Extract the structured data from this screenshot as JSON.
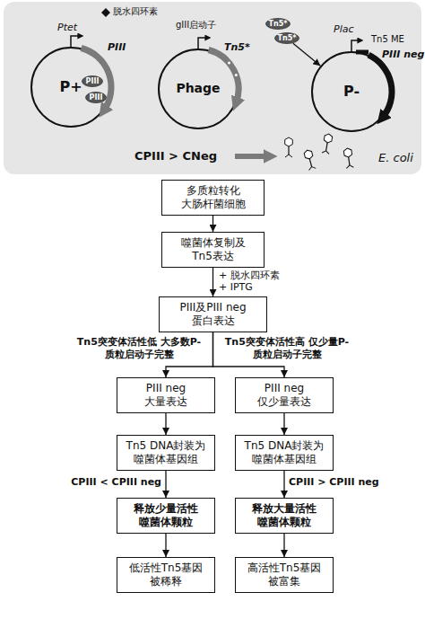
{
  "diagram": {
    "nodes": [
      {
        "text": [
          "E. coli"
        ]
      },
      {
        "text": [
          "P+"
        ],
        "in": 0
      },
      {
        "text": [
          "Phage"
        ],
        "in": 0
      },
      {
        "text": [
          "P-"
        ],
        "in": 0
      },
      {
        "text": [
          "PIII"
        ],
        "in": 0
      },
      {
        "text": [
          "PIII"
        ],
        "in": 0
      },
      {
        "text": [
          "Tn5*"
        ],
        "in": 0
      },
      {
        "text": [
          "Tn5*"
        ],
        "in": 0
      },
      {
        "text": [
          "多质粒转化 大肠杆菌细胞"
        ]
      },
      {
        "text": [
          "噬菌体复制及 Tn5表达"
        ]
      },
      {
        "text": [
          "PIII及PIII neg 蛋白表达"
        ]
      },
      {
        "text": [
          "PIII neg 大量表达"
        ]
      },
      {
        "text": [
          "PIII neg 仅少量表达"
        ]
      },
      {
        "text": [
          "Tn5 DNA封装为 噬菌体基因组"
        ]
      },
      {
        "text": [
          "Tn5 DNA封装为 噬菌体基因组"
        ]
      },
      {
        "text": [
          "释放少量活性 噬菌体颗粒"
        ]
      },
      {
        "text": [
          "释放大量活性 噬菌体颗粒"
        ]
      },
      {
        "text": [
          "低活性Tn5基因 被稀释"
        ]
      },
      {
        "text": [
          "高活性Tn5基因 被富集"
        ]
      }
    ],
    "edges": [
      {
        "from": 7,
        "to": 3,
        "arrow": "to"
      },
      {
        "from": 8,
        "to": 9,
        "arrow": "to"
      },
      {
        "from": 9,
        "to": 10,
        "arrow": "to"
      },
      {
        "from": 10,
        "to": 11,
        "label": "Tn5突变体活性低 大多数P-质粒启动子完整",
        "arrow": "to"
      },
      {
        "from": 10,
        "to": 12,
        "label": "Tn5突变体活性高 仅少量P-质粒启动子完整",
        "arrow": "to"
      },
      {
        "from": 11,
        "to": 13,
        "arrow": "to"
      },
      {
        "from": 12,
        "to": 14,
        "arrow": "to"
      },
      {
        "from": 13,
        "to": 15,
        "label": "CPIII < CPIII neg",
        "arrow": "to"
      },
      {
        "from": 14,
        "to": 16,
        "label": "CPIII > CPIII neg",
        "arrow": "to"
      },
      {
        "from": 15,
        "to": 17,
        "arrow": "to"
      },
      {
        "from": 16,
        "to": 18,
        "arrow": "to"
      }
    ],
    "labels": [
      "Ptet",
      "脱水四环素",
      "PIII",
      "gIII启动子",
      "Tn5*",
      "Plac",
      "Tn5 ME",
      "PIII neg",
      "CPIII > CNeg",
      "+ 脱水四环素",
      "+ IPTG"
    ]
  }
}
